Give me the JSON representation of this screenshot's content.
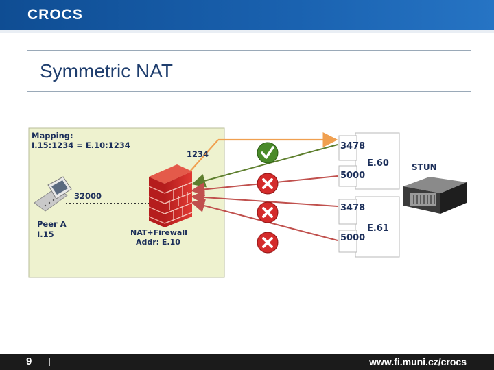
{
  "header": {
    "logo": "CROCS"
  },
  "slide": {
    "title": "Symmetric NAT"
  },
  "diagram": {
    "mapping_title": "Mapping:",
    "mapping_value": "I.15:1234 = E.10:1234",
    "port_1234": "1234",
    "port_32000": "32000",
    "peer_name": "Peer A",
    "peer_addr": "I.15",
    "nat_name": "NAT+Firewall",
    "nat_addr": "Addr: E.10",
    "server1": {
      "port_top": "3478",
      "addr": "E.60",
      "port_bottom": "5000"
    },
    "server2": {
      "port_top": "3478",
      "addr": "E.61",
      "port_bottom": "5000"
    },
    "stun_label": "STUN",
    "colors": {
      "allowed": "#f0a050",
      "return_ok": "#5e7f2e",
      "blocked": "#c0504d",
      "zone": "#eef2cf"
    }
  },
  "footer": {
    "page_number": "9",
    "url": "www.fi.muni.cz/crocs"
  }
}
